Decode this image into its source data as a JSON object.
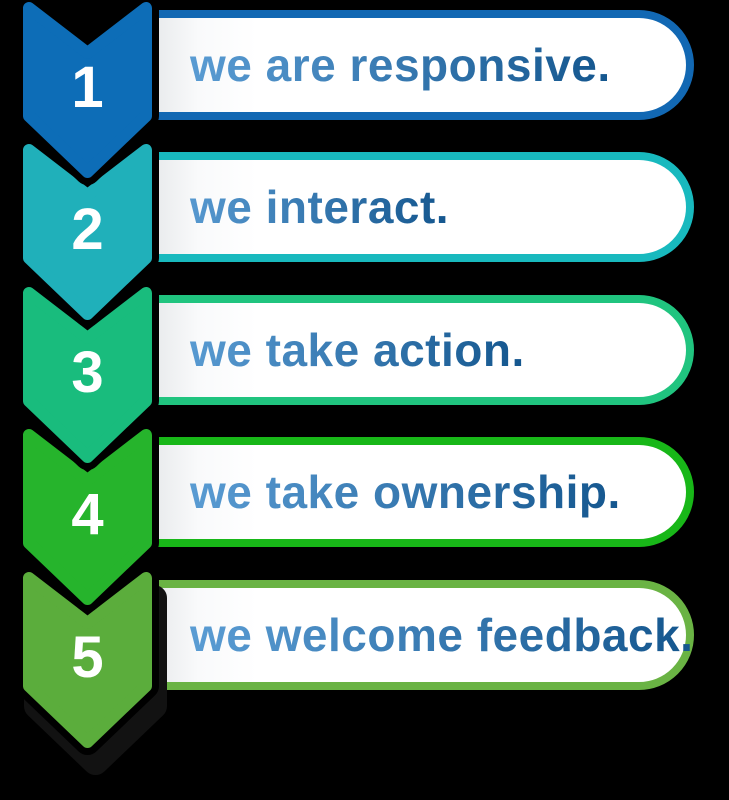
{
  "theme": {
    "background": "#000000",
    "pill_background": "#ffffff",
    "text_gradient_start": "#60a2d9",
    "text_gradient_end": "#14568e",
    "number_color": "#ffffff"
  },
  "items": [
    {
      "number": "1",
      "label": "we are responsive.",
      "chevron_color": "#0d6db7",
      "border_color": "#1268b3"
    },
    {
      "number": "2",
      "label": "we interact.",
      "chevron_color": "#20b0ba",
      "border_color": "#18b9be"
    },
    {
      "number": "3",
      "label": "we take action.",
      "chevron_color": "#19bc7d",
      "border_color": "#20c47f"
    },
    {
      "number": "4",
      "label": "we take ownership.",
      "chevron_color": "#26b42c",
      "border_color": "#18b718"
    },
    {
      "number": "5",
      "label": "we welcome feedback.",
      "chevron_color": "#5bad3c",
      "border_color": "#6ab344"
    }
  ]
}
